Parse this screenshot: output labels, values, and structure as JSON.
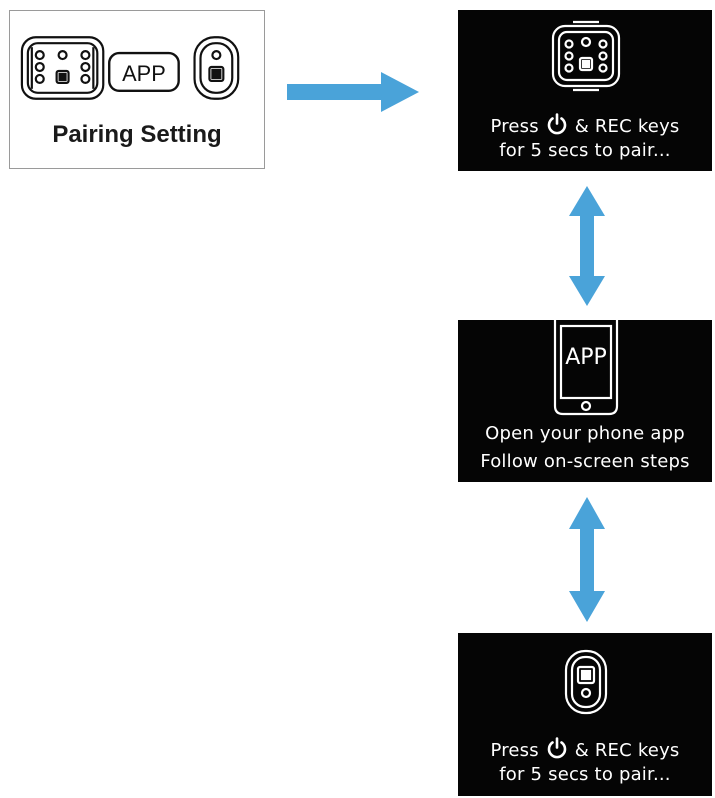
{
  "menu": {
    "title": "Pairing Setting",
    "icons": [
      "remote-control-icon",
      "app-icon",
      "wrist-remote-icon"
    ],
    "app_icon_label": "APP"
  },
  "screens": [
    {
      "icon": "remote-control-icon",
      "line1_pre": "Press",
      "line1_icon": "power-icon",
      "line1_post": "& REC keys",
      "line2": "for 5 secs to pair..."
    },
    {
      "icon": "phone-app-icon",
      "icon_label": "APP",
      "line1": "Open your phone app",
      "line2": "Follow on-screen steps"
    },
    {
      "icon": "wrist-remote-icon",
      "line1_pre": "Press",
      "line1_icon": "power-icon",
      "line1_post": "& REC keys",
      "line2": "for 5 secs to pair..."
    }
  ],
  "colors": {
    "arrow": "#4aa3d9",
    "screen_bg": "#050505",
    "screen_text": "#ffffff",
    "card_border": "#9a9a9a"
  }
}
